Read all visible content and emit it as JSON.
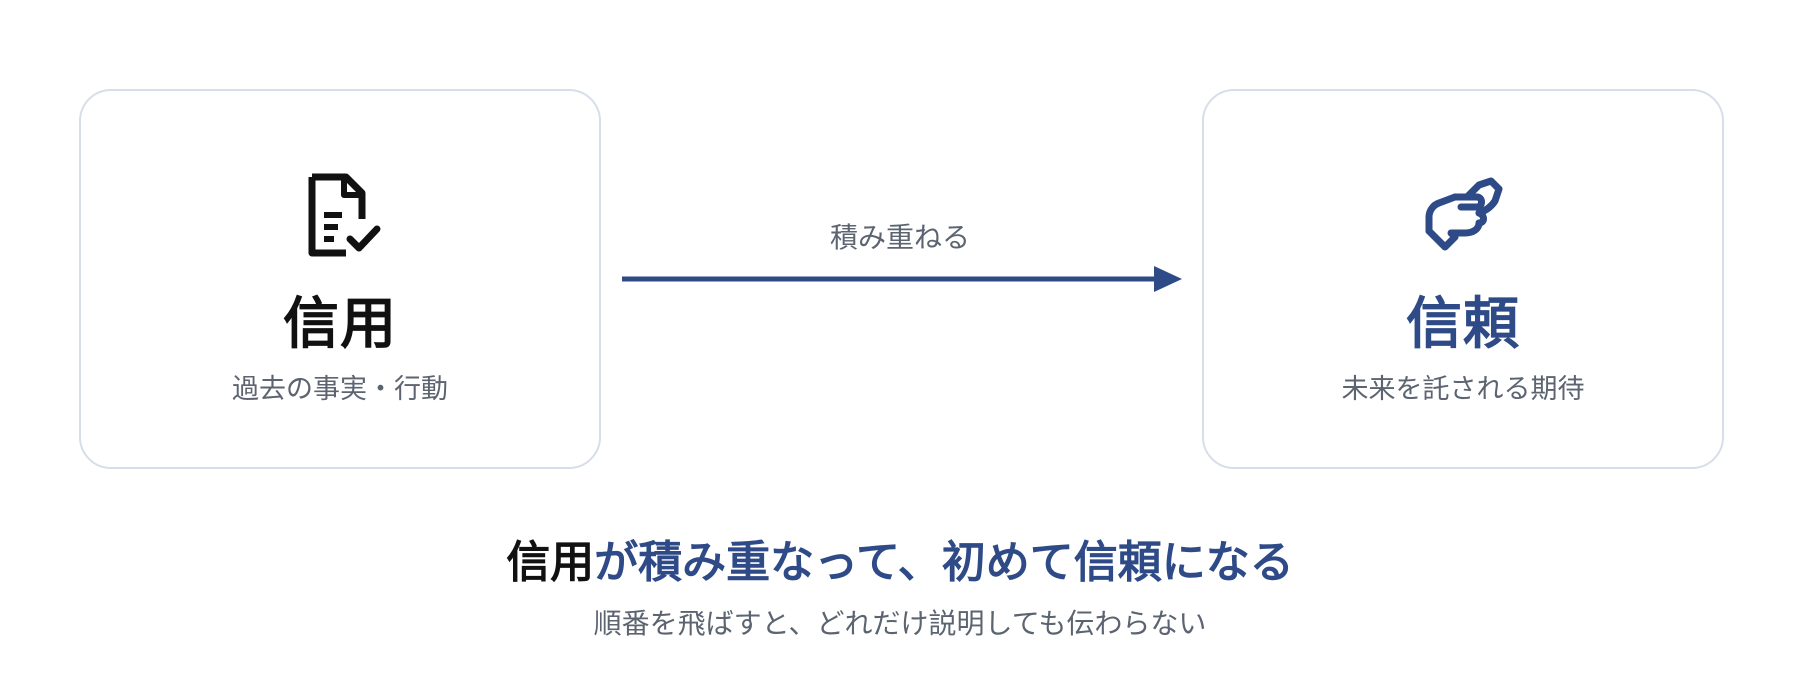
{
  "left_card": {
    "icon": "document-check-icon",
    "title": "信用",
    "subtitle": "過去の事実・行動"
  },
  "arrow": {
    "label": "積み重ねる"
  },
  "right_card": {
    "icon": "handshake-icon",
    "title": "信頼",
    "subtitle": "未来を託される期待"
  },
  "footer": {
    "headline_strong": "信用",
    "headline_rest": "が積み重なって、初めて信頼になる",
    "subline": "順番を飛ばすと、どれだけ説明しても伝わらない"
  },
  "colors": {
    "accent": "#2e4a87",
    "text_dark": "#111111",
    "text_muted": "#5b6470",
    "card_border": "#d8dee9"
  }
}
